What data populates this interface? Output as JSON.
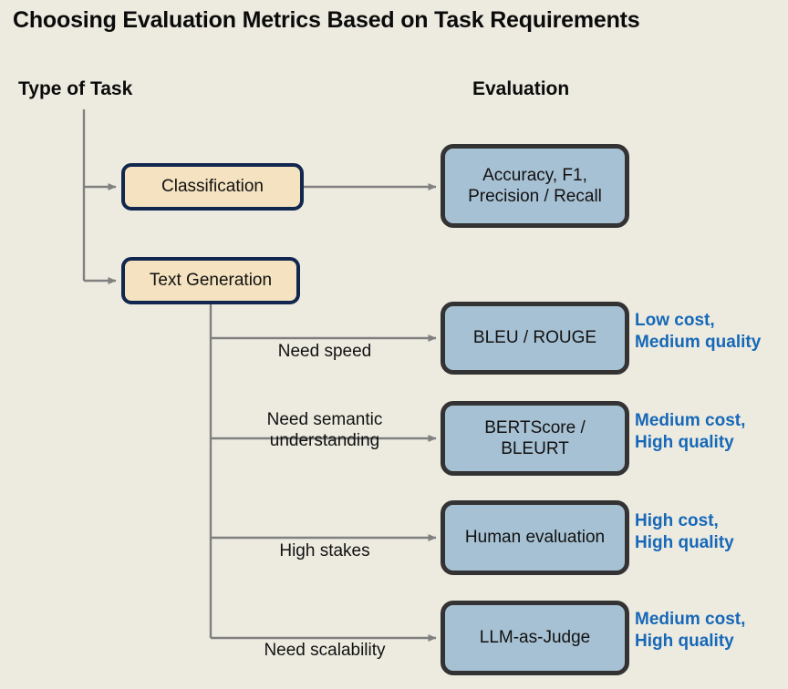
{
  "title": "Choosing Evaluation Metrics Based on Task Requirements",
  "columns": {
    "left_header": "Type of Task",
    "right_header": "Evaluation"
  },
  "colors": {
    "background": "#edebe0",
    "task_box_fill": "#f4e2c0",
    "task_box_border": "#12274f",
    "metric_box_fill": "#a7c1d4",
    "metric_box_border": "#333333",
    "connector": "#808080",
    "annotation_text": "#1668b8",
    "text": "#111111"
  },
  "tasks": [
    {
      "id": "classification",
      "label": "Classification"
    },
    {
      "id": "text-generation",
      "label": "Text Generation"
    }
  ],
  "metrics": [
    {
      "id": "accuracy-f1",
      "label": "Accuracy, F1,\nPrecision / Recall",
      "edge_label": "",
      "annotation": ""
    },
    {
      "id": "bleu-rouge",
      "label": "BLEU / ROUGE",
      "edge_label": "Need speed",
      "annotation": "Low cost,\nMedium quality"
    },
    {
      "id": "bertscore-bleurt",
      "label": "BERTScore /\nBLEURT",
      "edge_label": "Need semantic\nunderstanding",
      "annotation": "Medium cost,\nHigh quality"
    },
    {
      "id": "human-evaluation",
      "label": "Human\nevaluation",
      "edge_label": "High stakes",
      "annotation": "High cost,\nHigh quality"
    },
    {
      "id": "llm-as-judge",
      "label": "LLM-as-Judge",
      "edge_label": "Need scalability",
      "annotation": "Medium cost,\nHigh quality"
    }
  ]
}
